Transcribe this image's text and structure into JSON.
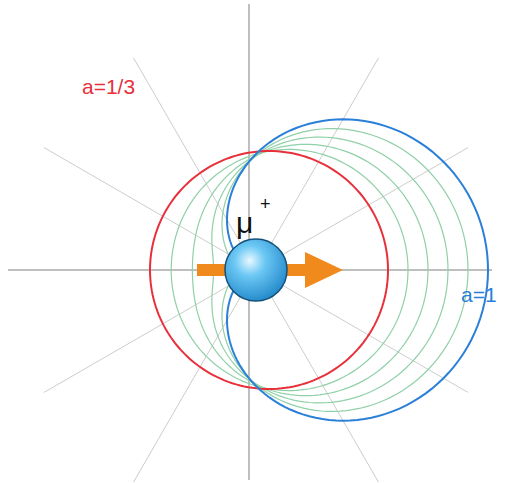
{
  "diagram": {
    "labels": [
      "a=1/3",
      "a=1",
      "μ",
      "+"
    ]
  }
}
